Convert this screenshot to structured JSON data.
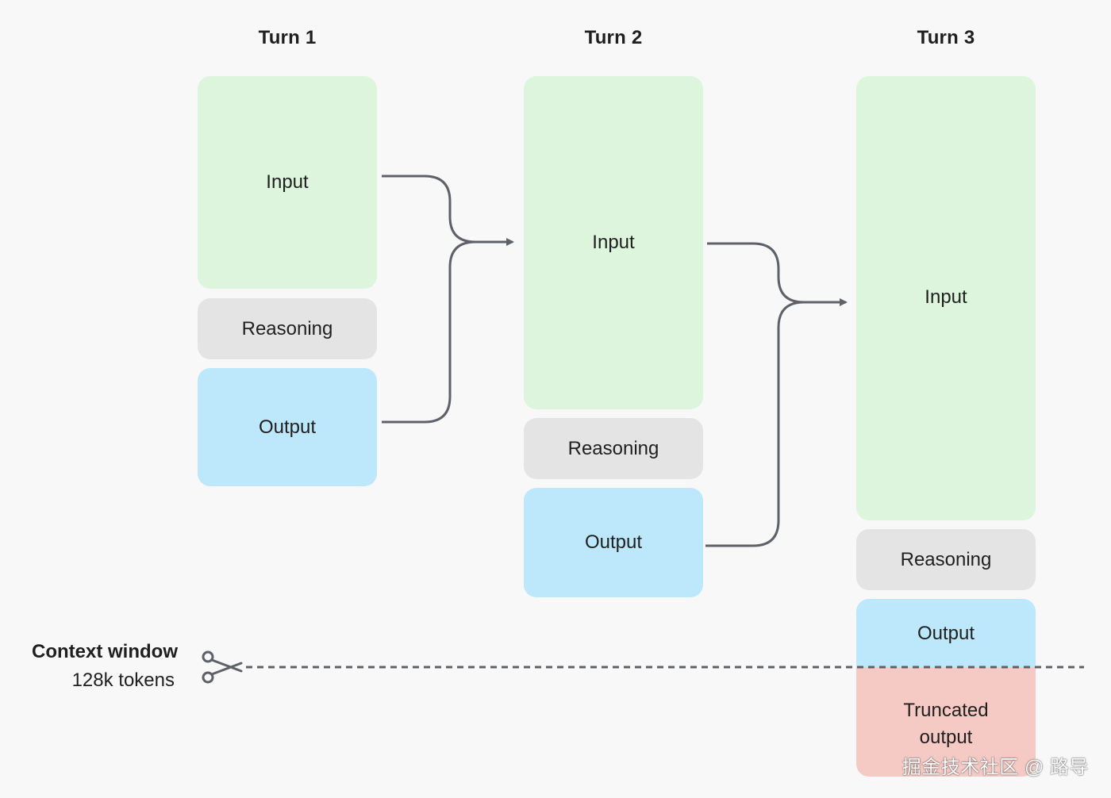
{
  "turns": [
    {
      "title": "Turn 1",
      "input": "Input",
      "reasoning": "Reasoning",
      "output": "Output"
    },
    {
      "title": "Turn 2",
      "input": "Input",
      "reasoning": "Reasoning",
      "output": "Output"
    },
    {
      "title": "Turn 3",
      "input": "Input",
      "reasoning": "Reasoning",
      "output": "Output",
      "truncated_line1": "Truncated",
      "truncated_line2": "output"
    }
  ],
  "context_window": {
    "title": "Context window",
    "subtitle": "128k tokens"
  },
  "icons": {
    "cut_marker": "scissors-icon"
  },
  "colors": {
    "input": "#dcf5dc",
    "reasoning": "#e4e4e4",
    "output": "#bde8fb",
    "truncated": "#f5c9c4",
    "connector": "#5f6169"
  },
  "watermark": "掘金技术社区 @ 路导"
}
